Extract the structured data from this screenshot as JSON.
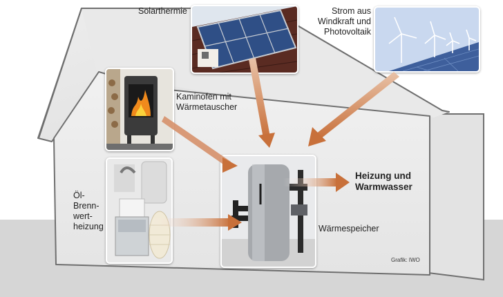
{
  "labels": {
    "solarthermie": "Solarthermie",
    "strom_line1": "Strom aus",
    "strom_line2": "Windkraft und",
    "strom_line3": "Photovoltaik",
    "kaminofen_line1": "Kaminofen mit",
    "kaminofen_line2": "Wärmetauscher",
    "oel_line1": "Öl-",
    "oel_line2": "Brenn-",
    "oel_line3": "wert-",
    "oel_line4": "heizung",
    "heizung_line1": "Heizung und",
    "heizung_line2": "Warmwasser",
    "waermespeicher": "Wärmespeicher",
    "credit": "Grafik: IWO"
  },
  "colors": {
    "arrow": "#c8703a",
    "house_fill": "#ececec",
    "roof_fill": "#e6e6e6",
    "outline": "#6f6f6f",
    "ground": "#d4d4d4"
  },
  "icons": {
    "solar_photo": "solar-thermal-panels-on-roof",
    "wind_photo": "wind-turbines-and-photovoltaic",
    "stove_photo": "wood-stove-with-fire",
    "boiler_photo": "oil-condensing-boiler",
    "storage_photo": "heat-storage-tank"
  }
}
